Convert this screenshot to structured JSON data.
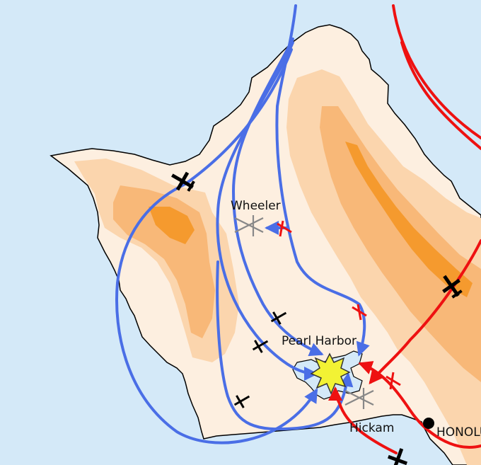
{
  "map": {
    "colors": {
      "sea": "#d4e9f8",
      "land": "#fdefe0",
      "relief_low": "#fbd5ad",
      "relief_mid": "#f8b878",
      "relief_high": "#f59a2e",
      "first_wave": "#4a6ee6",
      "second_wave": "#ee1111",
      "aircraft": "#000000",
      "target_star": "#f2f234",
      "airfield": "#777777"
    },
    "labels": {
      "wheeler": "Wheeler",
      "pearl_harbor": "Pearl Harbor",
      "hickam": "Hickam",
      "honolulu": "HONOLULU"
    },
    "icons": {
      "aircraft": "plane-icon",
      "airfield": "airfield-icon",
      "target": "explosion-icon",
      "city": "city-dot-icon"
    }
  }
}
